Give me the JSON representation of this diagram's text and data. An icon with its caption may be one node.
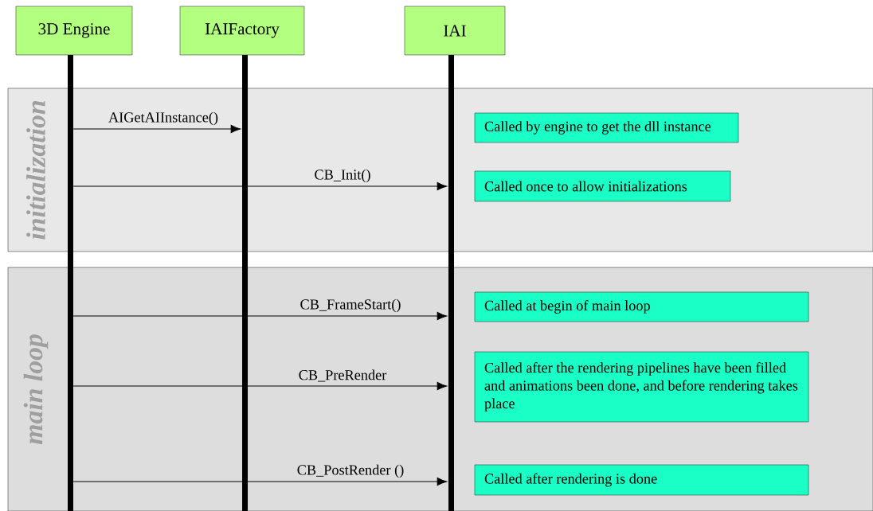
{
  "diagram": {
    "nodes": [
      {
        "text": [
          "3D Engine"
        ]
      },
      {
        "text": [
          "IAIFactory"
        ]
      },
      {
        "text": [
          "IAI"
        ]
      },
      {
        "text": [],
        "shape": "bar"
      },
      {
        "text": [],
        "shape": "bar"
      },
      {
        "text": [],
        "shape": "bar"
      },
      {
        "text": [
          "initialization"
        ]
      },
      {
        "text": [
          "Called by engine to get the dll instance"
        ],
        "in": 6
      },
      {
        "text": [
          "Called once to allow initializations"
        ],
        "in": 6
      },
      {
        "text": [
          "main loop"
        ]
      },
      {
        "text": [
          "Called at begin of main loop"
        ],
        "in": 9
      },
      {
        "text": [
          "Called after the rendering pipelines have been filled and animations been done, and before rendering takes place"
        ],
        "in": 9
      },
      {
        "text": [
          "Called after rendering is done"
        ],
        "in": 9
      }
    ],
    "edges": [
      {
        "from": 3,
        "to": 4,
        "arrow": "to",
        "label": "AIGetAIInstance()"
      },
      {
        "from": 3,
        "to": 5,
        "arrow": "to",
        "label": "CB_Init()"
      },
      {
        "from": 3,
        "to": 5,
        "arrow": "to",
        "label": "CB_FrameStart()"
      },
      {
        "from": 3,
        "to": 5,
        "arrow": "to",
        "label": "CB_PreRender"
      },
      {
        "from": 3,
        "to": 5,
        "arrow": "to",
        "label": "CB_PostRender ()"
      }
    ]
  }
}
